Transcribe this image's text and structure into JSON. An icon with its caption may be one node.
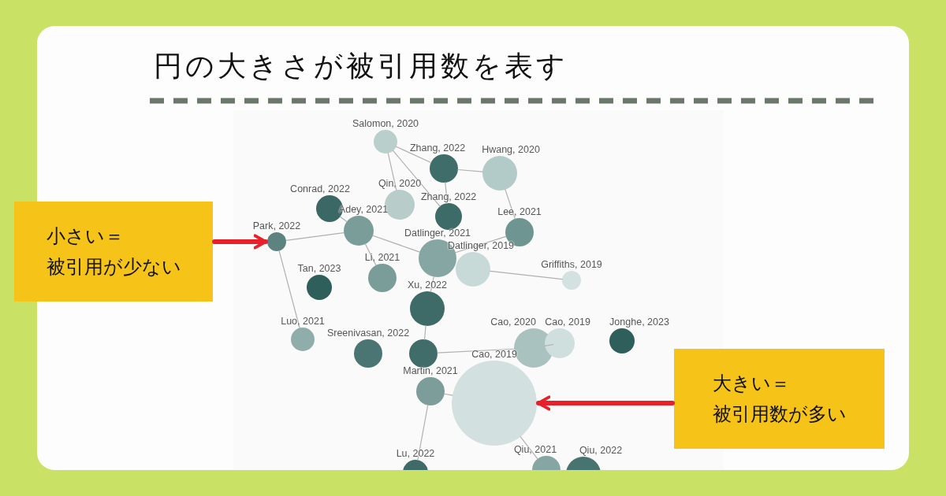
{
  "diagram": {
    "title": "円の大きさが被引用数を表す",
    "nodes": [
      {
        "text": [
          "Salomon, 2020"
        ]
      },
      {
        "text": [
          "Zhang, 2022"
        ]
      },
      {
        "text": [
          "Hwang, 2020"
        ]
      },
      {
        "text": [
          "Conrad, 2022"
        ]
      },
      {
        "text": [
          "Qin, 2020"
        ]
      },
      {
        "text": [
          "Zhang, 2022"
        ]
      },
      {
        "text": [
          "Adey, 2021"
        ]
      },
      {
        "text": [
          "Lee, 2021"
        ]
      },
      {
        "text": [
          "Park, 2022"
        ]
      },
      {
        "text": [
          "Datlinger, 2021"
        ]
      },
      {
        "text": [
          "Datlinger, 2019"
        ]
      },
      {
        "text": [
          "Griffiths, 2019"
        ]
      },
      {
        "text": [
          "Li, 2021"
        ]
      },
      {
        "text": [
          "Tan, 2023"
        ]
      },
      {
        "text": [
          "Xu, 2022"
        ]
      },
      {
        "text": [
          "Luo, 2021"
        ]
      },
      {
        "text": [
          "Sreenivasan, 2022"
        ]
      },
      {
        "text": [],
        "shape": "circle"
      },
      {
        "text": [
          "Cao, 2020"
        ]
      },
      {
        "text": [
          "Cao, 2019"
        ]
      },
      {
        "text": [
          "Jonghe, 2023"
        ]
      },
      {
        "text": [
          "Martin, 2021"
        ]
      },
      {
        "text": [
          "Cao, 2019"
        ]
      },
      {
        "text": [
          "Lu, 2022"
        ]
      },
      {
        "text": [
          "Qiu, 2021"
        ]
      },
      {
        "text": [
          "Qiu, 2022"
        ]
      },
      {
        "text": [
          "小さい＝",
          "被引用が少ない"
        ]
      },
      {
        "text": [
          "大きい＝",
          "被引用数が多い"
        ]
      }
    ],
    "edges": [
      {
        "from": 26,
        "to": 8,
        "arrow": "to",
        "color": "#e8202a",
        "style": "thick"
      },
      {
        "from": 27,
        "to": 22,
        "arrow": "to",
        "color": "#e8202a",
        "style": "thick"
      },
      {
        "from": 0,
        "to": 1,
        "arrow": "none"
      },
      {
        "from": 0,
        "to": 4,
        "arrow": "none"
      },
      {
        "from": 0,
        "to": 5,
        "arrow": "none"
      },
      {
        "from": 1,
        "to": 2,
        "arrow": "none"
      },
      {
        "from": 1,
        "to": 5,
        "arrow": "none"
      },
      {
        "from": 8,
        "to": 6,
        "arrow": "none"
      },
      {
        "from": 8,
        "to": 15,
        "arrow": "none"
      },
      {
        "from": 3,
        "to": 6,
        "arrow": "none"
      },
      {
        "from": 6,
        "to": 12,
        "arrow": "none"
      },
      {
        "from": 6,
        "to": 9,
        "arrow": "none"
      },
      {
        "from": 2,
        "to": 7,
        "arrow": "none"
      },
      {
        "from": 7,
        "to": 9,
        "arrow": "none"
      },
      {
        "from": 9,
        "to": 14,
        "arrow": "none"
      },
      {
        "from": 10,
        "to": 11,
        "arrow": "none"
      },
      {
        "from": 14,
        "to": 17,
        "arrow": "none"
      },
      {
        "from": 17,
        "to": 18,
        "arrow": "none"
      },
      {
        "from": 18,
        "to": 19,
        "arrow": "none"
      },
      {
        "from": 21,
        "to": 22,
        "arrow": "none"
      },
      {
        "from": 21,
        "to": 23,
        "arrow": "none"
      },
      {
        "from": 22,
        "to": 24,
        "arrow": "none"
      }
    ]
  }
}
